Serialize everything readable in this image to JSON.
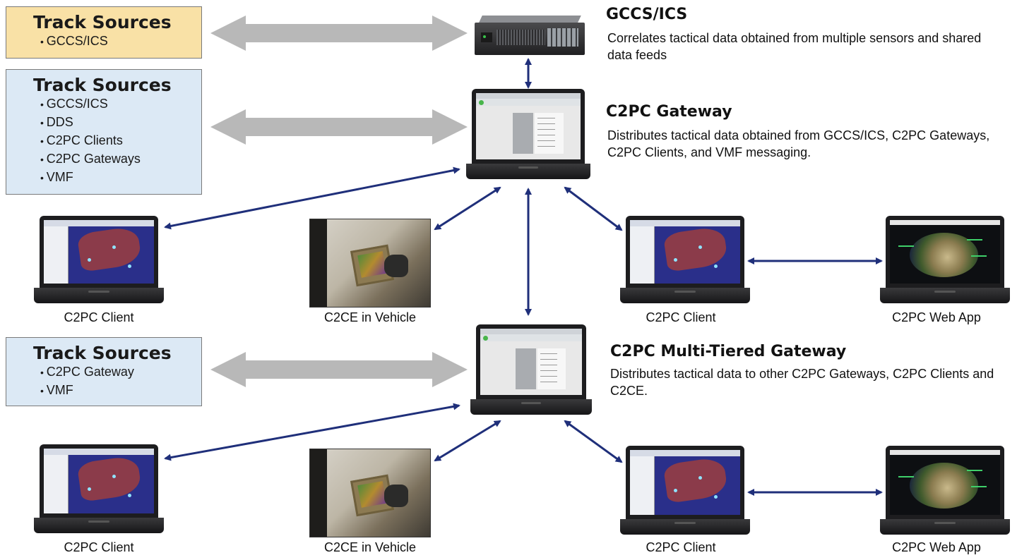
{
  "source_boxes": [
    {
      "title": "Track Sources",
      "items": [
        "GCCS/ICS"
      ]
    },
    {
      "title": "Track Sources",
      "items": [
        "GCCS/ICS",
        "DDS",
        "C2PC Clients",
        "C2PC Gateways",
        "VMF"
      ]
    },
    {
      "title": "Track Sources",
      "items": [
        "C2PC Gateway",
        "VMF"
      ]
    }
  ],
  "descriptions": {
    "gccs": {
      "title": "GCCS/ICS",
      "text": "Correlates tactical data obtained from multiple sensors and shared data feeds"
    },
    "gateway": {
      "title": "C2PC Gateway",
      "text": "Distributes tactical data obtained from GCCS/ICS, C2PC Gateways, C2PC Clients, and VMF messaging."
    },
    "multi_gateway": {
      "title": "C2PC Multi-Tiered Gateway",
      "text": "Distributes tactical data to other C2PC Gateways, C2PC Clients and C2CE."
    }
  },
  "captions": {
    "row1": [
      "C2PC Client",
      "C2CE in Vehicle",
      "C2PC Client",
      "C2PC Web App"
    ],
    "row2": [
      "C2PC Client",
      "C2CE in Vehicle",
      "C2PC Client",
      "C2PC Web App"
    ]
  },
  "colors": {
    "tan_box": "#f9e1a6",
    "blue_box": "#dce9f5",
    "gray_arrow": "#b8b8b8",
    "navy_arrow": "#1f2f7a"
  },
  "icons": {
    "server": "server-icon",
    "laptop": "laptop-icon",
    "vehicle_photo": "vehicle-terminal-photo"
  }
}
